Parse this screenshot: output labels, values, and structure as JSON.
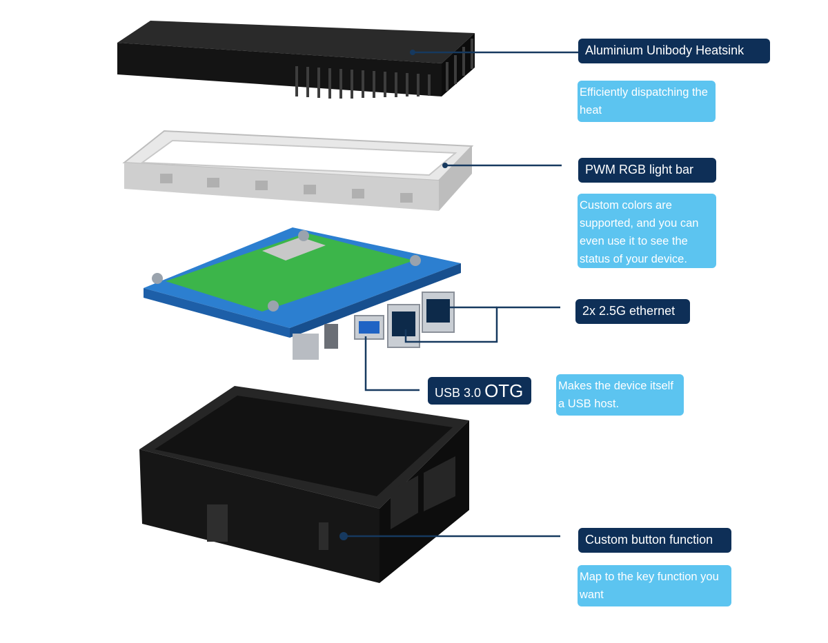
{
  "colors": {
    "label_bg": "#0e2f57",
    "note_bg": "#5cc4f0",
    "connector": "#16395f",
    "pcb_blue": "#2c7fd0",
    "pcb_green": "#3cb54a",
    "case": "#1b1b1b",
    "frame": "#d9d9d9"
  },
  "callouts": {
    "heatsink": {
      "title": "Aluminium Unibody Heatsink",
      "note": "Efficiently dispatching the heat"
    },
    "lightbar": {
      "title": "PWM RGB light bar",
      "note": "Custom colors are supported, and you can even use it to see the status of your device."
    },
    "ethernet": {
      "title": "2x 2.5G ethernet"
    },
    "usb": {
      "title_prefix": "USB 3.0",
      "title_suffix": "OTG",
      "note": "Makes the device itself a USB host."
    },
    "button": {
      "title": "Custom button function",
      "note": "Map to the key function you want"
    }
  }
}
